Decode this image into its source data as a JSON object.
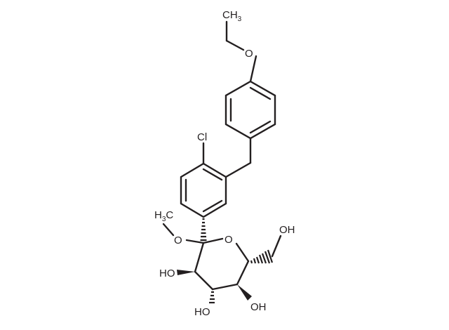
{
  "molecule": {
    "labels": {
      "methyl_top_main": "CH",
      "methyl_top_sub": "3",
      "ether_o": "O",
      "chloro": "Cl",
      "methoxy_main": "H",
      "methoxy_sub": "3",
      "methoxy_c": "C",
      "methoxy_o": "O",
      "ring_o": "O",
      "ch2oh": "OH",
      "oh_left": "HO",
      "oh_bottom_left": "HO",
      "oh_bottom_right": "OH"
    }
  },
  "colors": {
    "ink": "#231f20",
    "background": "#ffffff"
  }
}
